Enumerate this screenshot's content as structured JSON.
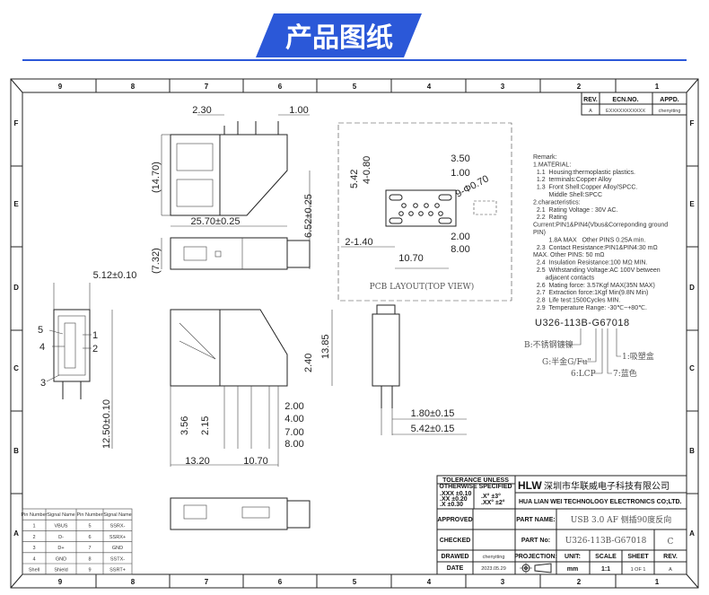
{
  "banner": {
    "title": "产品图纸",
    "color": "#2b58d8"
  },
  "frame": {
    "columns": [
      "9",
      "8",
      "7",
      "6",
      "5",
      "4",
      "3",
      "2",
      "1"
    ],
    "rows": [
      "F",
      "E",
      "D",
      "C",
      "B",
      "A"
    ]
  },
  "revision": {
    "headers": [
      "REV.",
      "ECN.NO.",
      "APPD."
    ],
    "row": [
      "A",
      "EXXXXXXXXXXX",
      "chenyiting"
    ]
  },
  "dims": {
    "d230": "2.30",
    "d100a": "1.00",
    "d1470": "(14.70)",
    "d2570": "25.70±0.25",
    "d652": "6.52±0.25",
    "d732": "(7.32)",
    "d512": "5.12±0.10",
    "p5": "5",
    "p4": "4",
    "p1": "1",
    "p2": "2",
    "p3": "3",
    "d1250": "12.50±0.10",
    "d1385": "13.85",
    "d240": "2.40",
    "d200": "2.00",
    "d400": "4.00",
    "d700": "7.00",
    "d800": "8.00",
    "d356": "3.56",
    "d215": "2.15",
    "d1320": "13.20",
    "d1070": "10.70",
    "d180": "1.80±0.15",
    "d542": "5.42±0.15"
  },
  "pcb": {
    "d350": "3.50",
    "d100": "1.00",
    "d480": "4-0.80",
    "d542": "5.42",
    "d970": "9-Φ0.70",
    "d200": "2.00",
    "d800": "8.00",
    "d140": "2-1.40",
    "d1070": "10.70",
    "caption": "PCB LAYOUT(TOP VIEW)"
  },
  "remark": [
    "Remark:",
    "1.MATERIAL:",
    "  1.1  Housing:thermoplastic plastics.",
    "  1.2  terminals:Copper Alloy",
    "  1.3  Front Shell:Copper Alloy/SPCC.",
    "         Middle Shell:SPCC",
    "2.characteristics:",
    "  2.1  Rating Voltage : 30V AC.",
    "  2.2  Rating",
    "Current:PIN1&PIN4(Vbus&Correponding ground",
    "PIN)",
    "         1.8A MAX   Other PINS 0.25A min.",
    "  2.3  Contact Resistance:PIN1&PIN4:30 mΩ",
    "MAX. Other PINS: 50 mΩ",
    "  2.4  Insulation Resistance:100 MΩ MIN.",
    "  2.5  Withstanding Voltage:AC 100V between",
    "       adjacent contacts",
    "  2.6  Mating force: 3.57Kgf MAX(35N MAX)",
    "  2.7  Extraction force:1Kgf Min(9.8N Min)",
    "  2.8  Life test:1500Cycles MIN.",
    "  2.9  Temperature Range: -30℃~+80℃."
  ],
  "part_code": {
    "code": "U326-113B-G67018",
    "b": "B:不锈钢镀镍",
    "g": "G:半金G/Fu\"",
    "lcp": "6:LCP",
    "blue": "7:蓝色",
    "tray": "1:吸塑盒"
  },
  "pin_table": {
    "headers": [
      "Pin Number",
      "Signal Name",
      "Pin Number",
      "Signal Name"
    ],
    "rows": [
      [
        "1",
        "VBUS",
        "5",
        "SSRX-"
      ],
      [
        "2",
        "D-",
        "6",
        "SSRX+"
      ],
      [
        "3",
        "D+",
        "7",
        "GND"
      ],
      [
        "4",
        "GND",
        "8",
        "SSTX-"
      ],
      [
        "Shell",
        "Shield",
        "9",
        "SSRT+"
      ]
    ]
  },
  "title_block": {
    "tolerance_title1": "TOLERANCE UNLESS",
    "tolerance_title2": "OTHERWISE SPECIFIED",
    "tol1": ".XXX  ±0.10",
    "tol2": ".XX   ±0.20",
    "tol3": ".X    ±0.30",
    "ang1": ".X°  ±3°",
    "ang2": ".XX°  ±2°",
    "logo": "HLW",
    "company_cn": "深圳市华联威电子科技有限公司",
    "company_en": "HUA LIAN WEI TECHNOLOGY ELECTRONICS CO;LTD.",
    "approved": "APPROVED",
    "checked": "CHECKED",
    "drawed": "DRAWED",
    "drawed_by": "chenyiting",
    "date_label": "DATE",
    "date": "2023.05.29",
    "part_name_label": "PART NAME:",
    "part_name": "USB 3.0 AF 侧插90度反向",
    "part_no_label": "PART No:",
    "part_no": "U326-113B-G67018",
    "rev_letter": "C",
    "projection": "PROJECTION:",
    "unit_label": "UNIT:",
    "unit": "mm",
    "scale_label": "SCALE",
    "scale": "1:1",
    "sheet_label": "SHEET",
    "sheet": "1 OF 1",
    "rev_label": "REV.",
    "rev": "A"
  }
}
